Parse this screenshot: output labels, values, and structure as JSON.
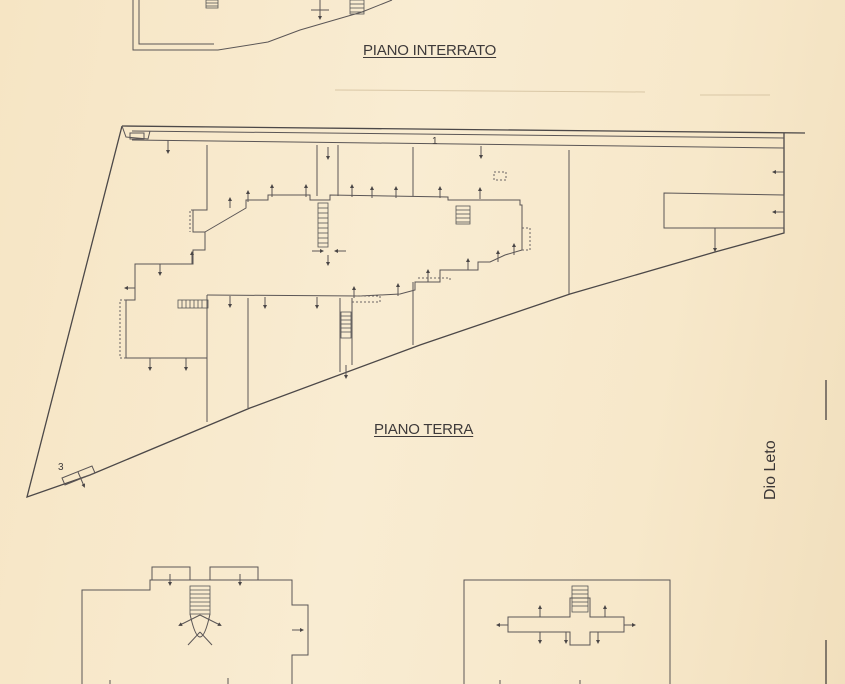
{
  "labels": {
    "basement": "PIANO INTERRATO",
    "ground": "PIANO TERRA",
    "lot_1": "1",
    "lot_3": "3"
  },
  "margin_note": "Dio Leto"
}
